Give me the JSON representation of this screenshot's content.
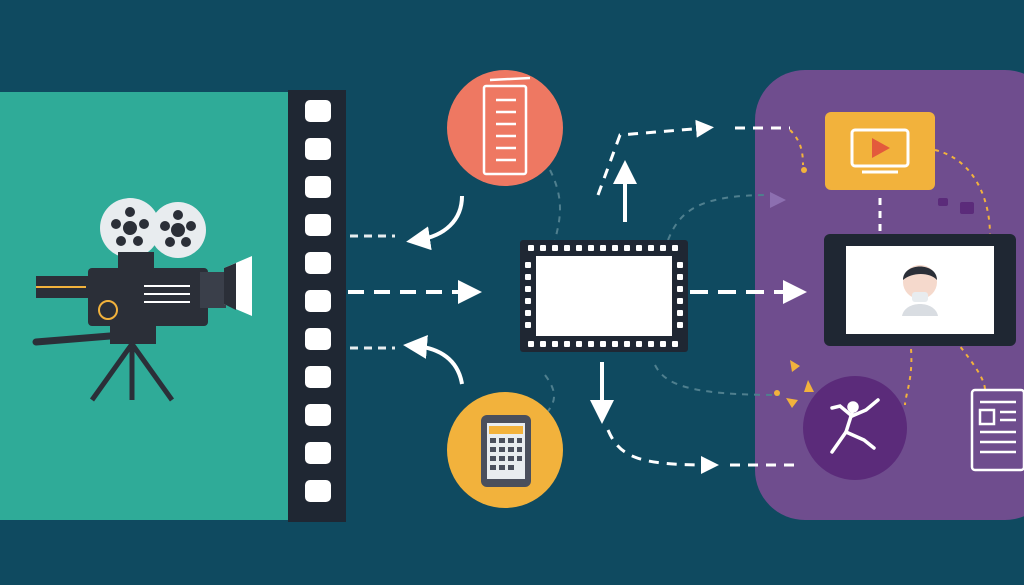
{
  "colors": {
    "background": "#0f4a60",
    "teal_panel": "#2fab98",
    "purple_panel": "#6f4d8e",
    "film_strip": "#1f2733",
    "coral_circle": "#ee7862",
    "yellow_circle": "#f2b23c",
    "violet_circle": "#5b2b7a",
    "white": "#ffffff",
    "accent_yellow": "#f2b23c",
    "camera_body": "#2b2f38"
  },
  "nodes": [
    {
      "name": "film-camera-icon",
      "icon": "vintage-film-camera"
    },
    {
      "name": "document-circle-icon",
      "icon": "clapper-document"
    },
    {
      "name": "phone-circle-icon",
      "icon": "mobile-phone"
    },
    {
      "name": "central-film-frame",
      "icon": "film-frame"
    },
    {
      "name": "video-player-icon",
      "icon": "play-screen"
    },
    {
      "name": "person-screen-icon",
      "icon": "person-on-screen"
    },
    {
      "name": "dancer-circle-icon",
      "icon": "dancer"
    },
    {
      "name": "document-grid-icon",
      "icon": "document"
    }
  ]
}
